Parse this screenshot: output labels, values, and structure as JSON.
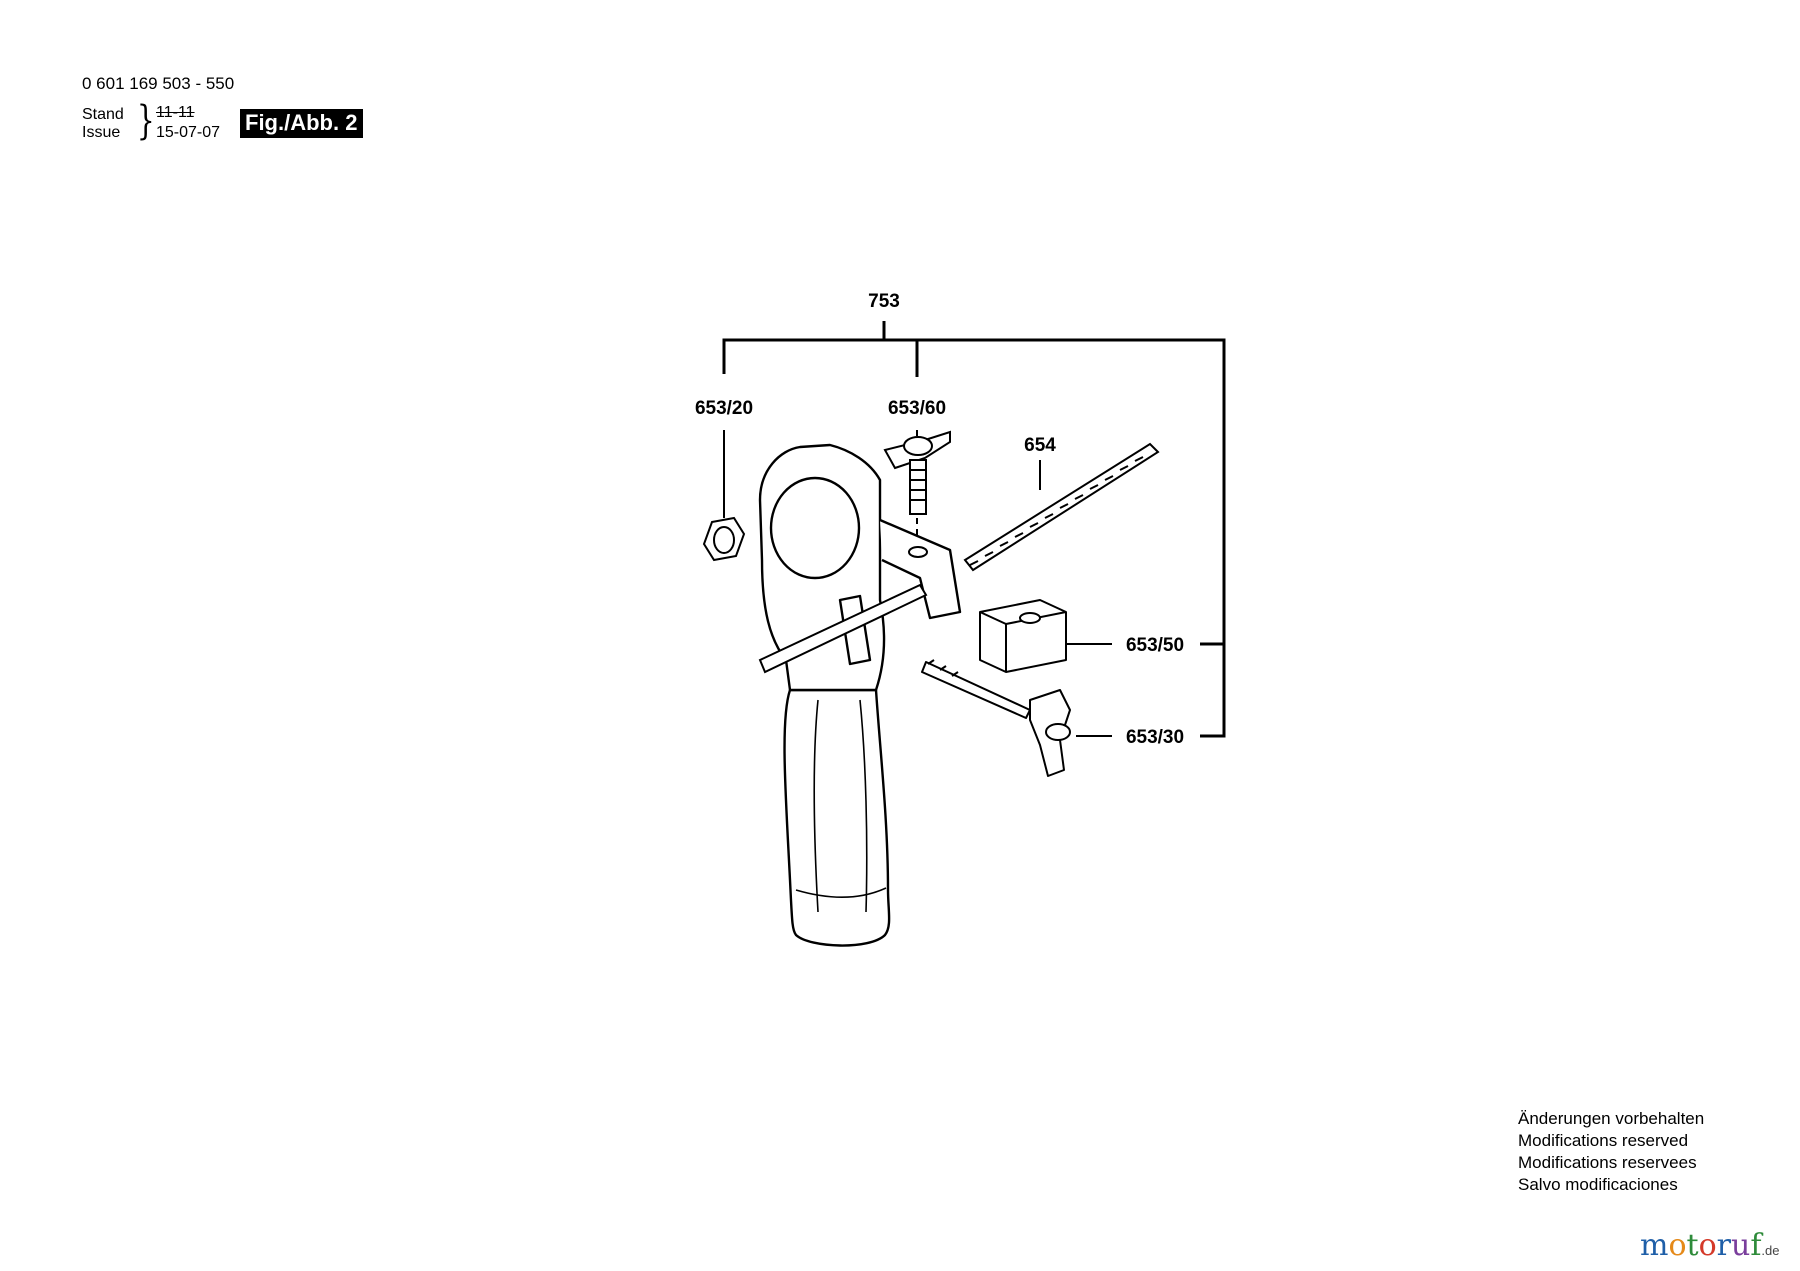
{
  "header": {
    "part_number": "0 601 169 503 - 550",
    "stand_label": "Stand",
    "issue_label": "Issue",
    "old_date": "11-11",
    "new_date": "15-07-07",
    "figure_label": "Fig./Abb. 2"
  },
  "callouts": {
    "p753": "753",
    "p653_20": "653/20",
    "p653_60": "653/60",
    "p654": "654",
    "p653_50": "653/50",
    "p653_30": "653/30"
  },
  "notes": [
    "Änderungen vorbehalten",
    "Modifications reserved",
    "Modifications reservees",
    "Salvo modificaciones"
  ],
  "watermark": {
    "m": "m",
    "o1": "o",
    "t": "t",
    "o2": "o",
    "r": "r",
    "u": "u",
    "f": "f",
    "tld": ".de"
  }
}
